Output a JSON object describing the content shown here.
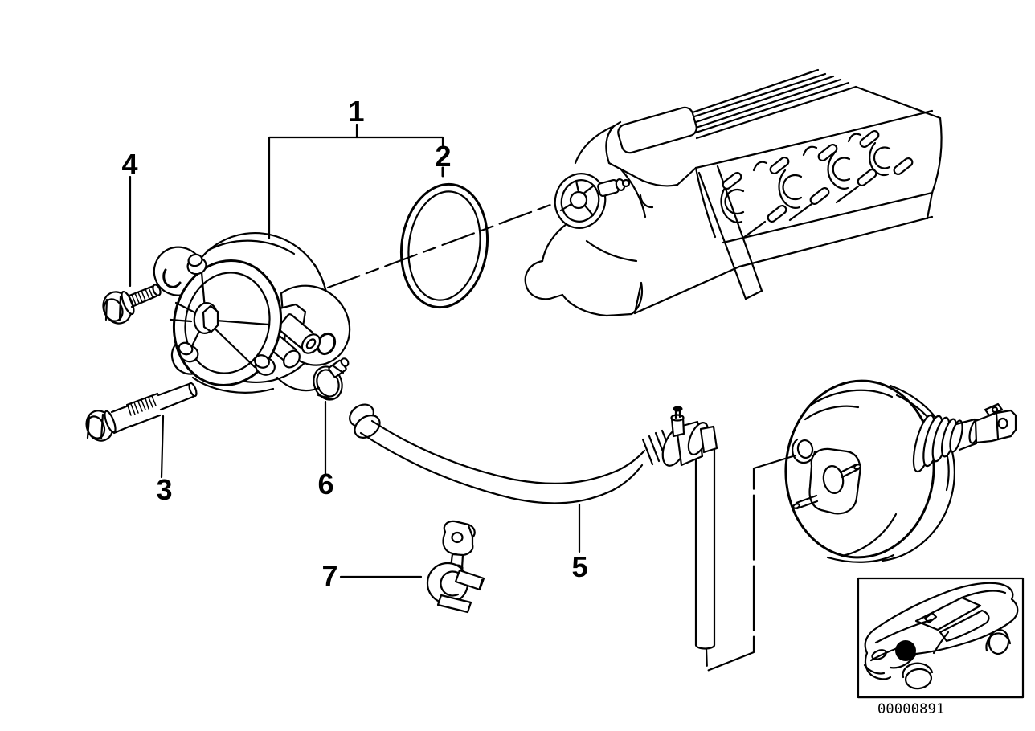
{
  "diagram": {
    "background_color": "#ffffff",
    "line_color": "#000000",
    "callouts": [
      {
        "label": "1"
      },
      {
        "label": "2"
      },
      {
        "label": "3"
      },
      {
        "label": "4"
      },
      {
        "label": "5"
      },
      {
        "label": "6"
      },
      {
        "label": "7"
      }
    ],
    "footer": {
      "part_number": "00000891"
    }
  }
}
